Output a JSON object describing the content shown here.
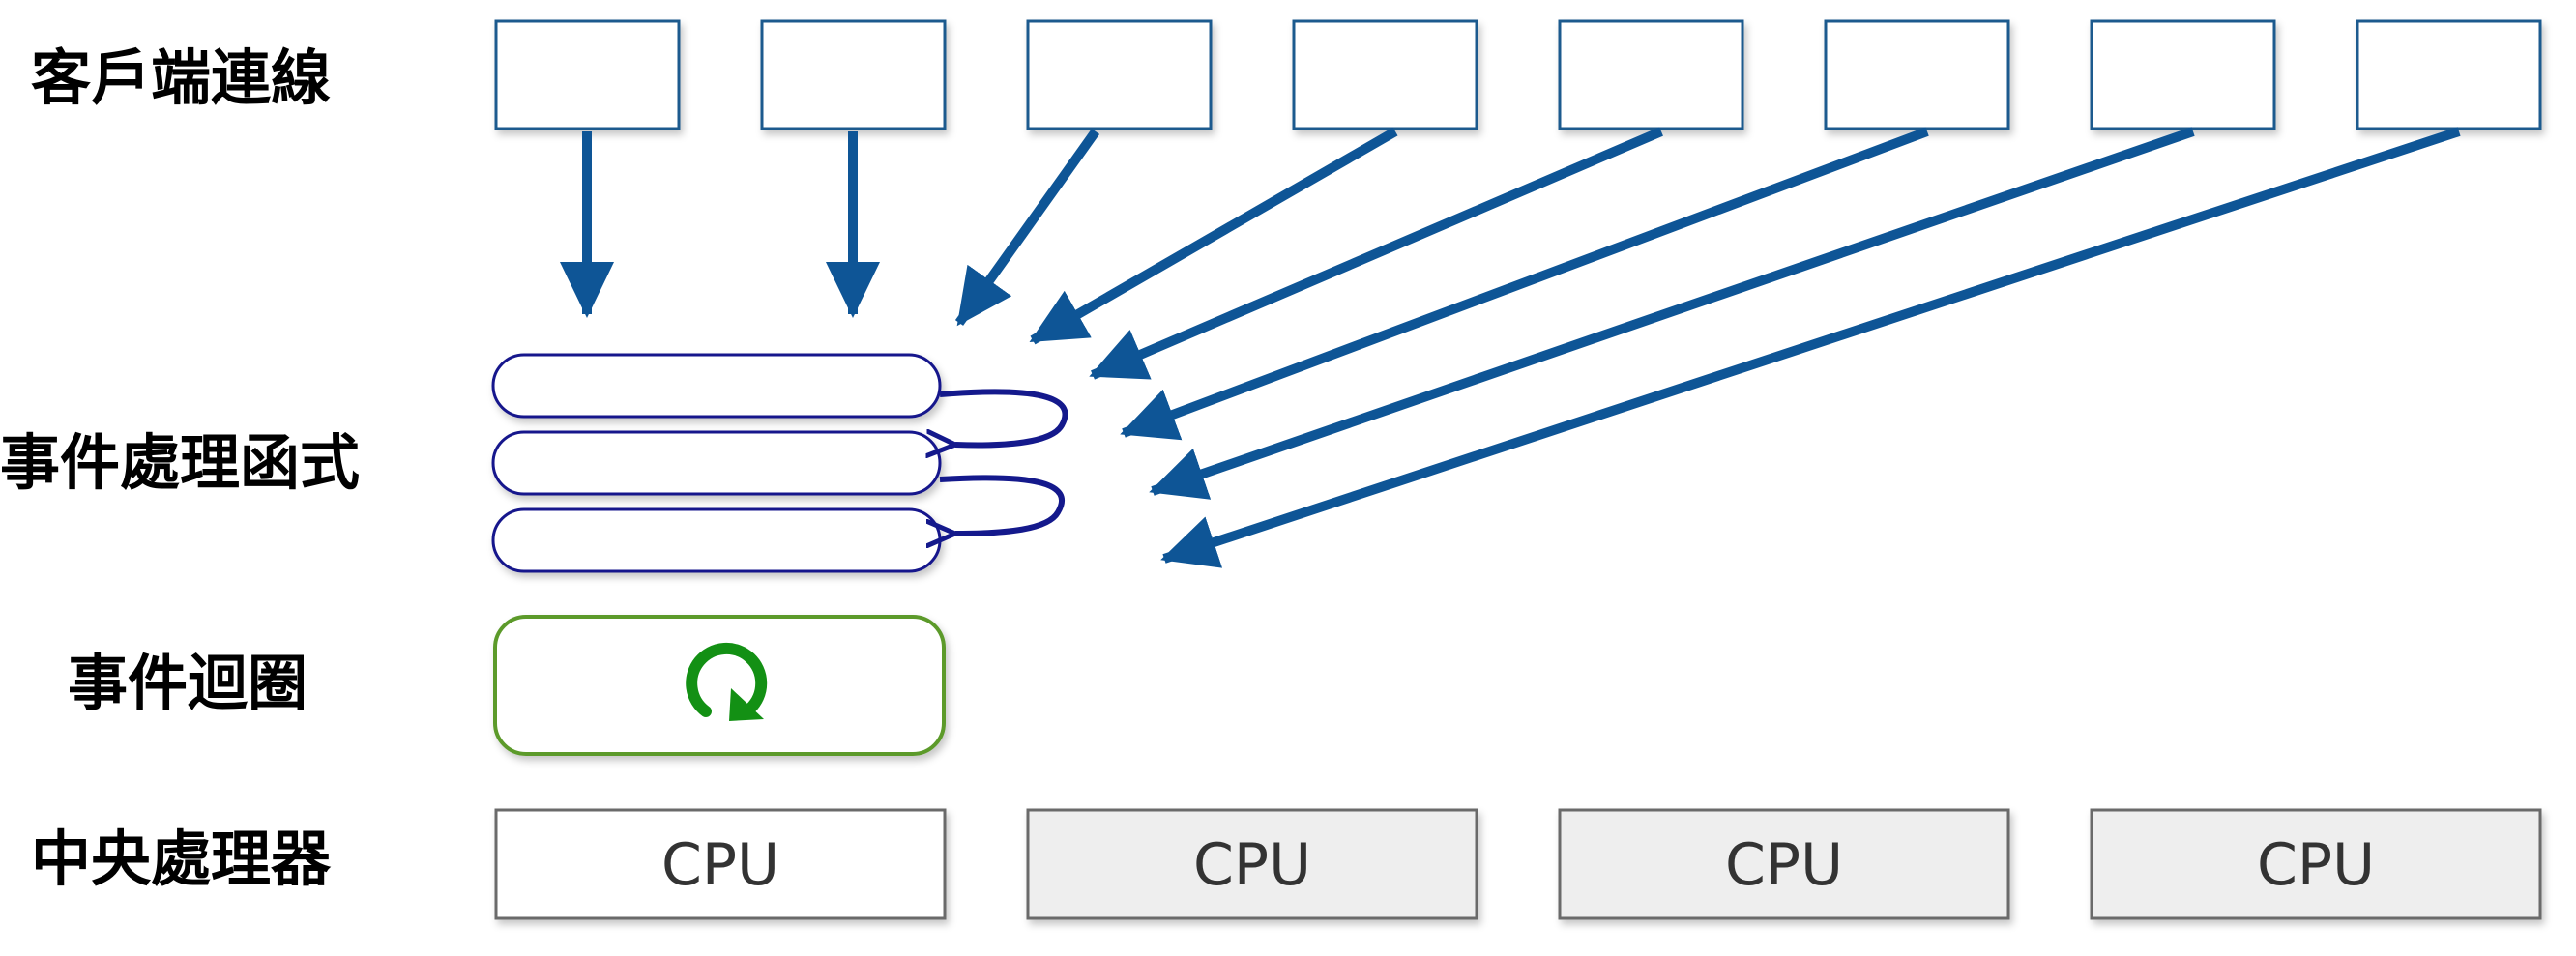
{
  "labels": {
    "clients": "客戶端連線",
    "handlers": "事件處理函式",
    "event_loop": "事件迴圈",
    "cpus": "中央處理器"
  },
  "cpu_units": [
    {
      "label": "CPU",
      "active": true
    },
    {
      "label": "CPU",
      "active": false
    },
    {
      "label": "CPU",
      "active": false
    },
    {
      "label": "CPU",
      "active": false
    }
  ],
  "client_count": 8,
  "handler_count": 3,
  "colors": {
    "client_border": "#1d5a8e",
    "connection_arrow": "#0e5596",
    "handler_border": "#14198c",
    "loop_border": "#5c9a2c",
    "loop_icon": "#139014",
    "cpu_border": "#6b6b6b",
    "cpu_active_fill": "#ffffff",
    "cpu_idle_fill": "#eeeeee"
  },
  "icons": {
    "event_loop": "refresh-cycle-icon"
  }
}
